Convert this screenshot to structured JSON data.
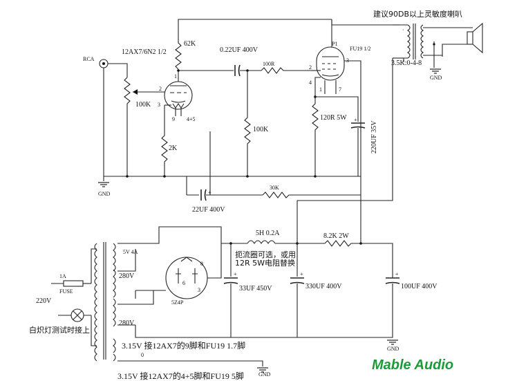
{
  "labels": {
    "rca": "RCA",
    "tube1": "12AX7/6N2  1/2",
    "r62k": "62K",
    "c022": "0.22UF 400V",
    "r100r": "100R",
    "tube2": "FU19 1/2",
    "p1": "P1",
    "speaker_note": "建议90DB以上灵敏度喇叭",
    "tap": "3.5K:0-4-8",
    "gnd": "GND",
    "pot": "100K",
    "r100k": "100K",
    "r120": "120R 5W",
    "c220": "220UF 35V",
    "r2k": "2K",
    "c22": "22UF 400V",
    "r30k": "30K",
    "choke": "5H 0.2A",
    "r82k": "8.2K 2W",
    "choke_note1": "扼流圈可选，或用",
    "choke_note2": "12R 5W电阻替换",
    "v5": "5V 4A",
    "v280a": "280V",
    "v280b": "280V",
    "fuse_rating": "1A",
    "fuse": "FUSE",
    "mains": "220V",
    "rect": "5Z4P",
    "c33": "33UF 450V",
    "c330": "330UF 400V",
    "c100": "100UF 400V",
    "lamp_note": "白炽灯测试时接上",
    "heater1": "3.15V  接12AX7的9脚和FU19 1.7脚",
    "heater2": "3.15V  接12AX7的4+5脚和FU19 5脚",
    "zero": "0",
    "brand": "Mable Audio",
    "pin_1": "1",
    "pin_2": "2",
    "pin_3": "3",
    "pin_4": "4",
    "pin_7": "7",
    "pin_9": "9",
    "pin_45": "4+5",
    "pin_8": "8",
    "pin_6": "6"
  }
}
